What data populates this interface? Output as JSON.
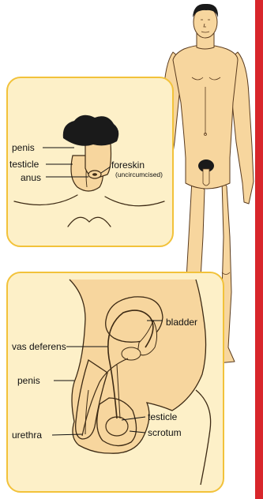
{
  "external_panel": {
    "labels": {
      "penis": "penis",
      "testicle": "testicle",
      "anus": "anus",
      "foreskin": "foreskin",
      "foreskin_note": "(uncircumcised)"
    }
  },
  "internal_panel": {
    "labels": {
      "bladder": "bladder",
      "vas_deferens": "vas deferens",
      "penis": "penis",
      "urethra": "urethra",
      "testicle": "testicle",
      "scrotum": "scrotum"
    }
  },
  "colors": {
    "panel_fill": "#fdf0c8",
    "panel_border": "#f2c23a",
    "skin": "#f7d69e",
    "accent_bar": "#d8262b"
  }
}
